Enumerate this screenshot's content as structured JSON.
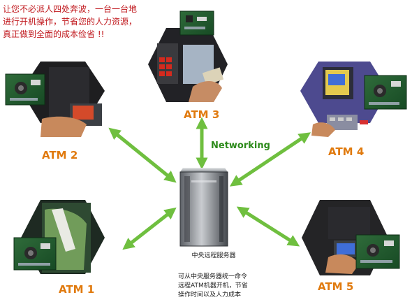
{
  "intro": {
    "lines": [
      "让您不必派人四处奔波，一台一台地",
      "进行开机操作，节省您的人力资源，",
      "真正做到全面的成本俭省 !!"
    ]
  },
  "network": {
    "label": "Networking"
  },
  "server": {
    "label": "中央远程服务器"
  },
  "atms": [
    {
      "label": "ATM 1"
    },
    {
      "label": "ATM 2"
    },
    {
      "label": "ATM 3"
    },
    {
      "label": "ATM 4"
    },
    {
      "label": "ATM 5"
    }
  ],
  "note": {
    "lines": [
      "可从中央服务器统一命令",
      "远程ATM机器开机，节省",
      "操作时间以及人力成本"
    ]
  },
  "colors": {
    "arrow": "#6fbf3f",
    "label": "#e07a0e",
    "intro": "#c0171c",
    "network": "#2c8a1a"
  }
}
